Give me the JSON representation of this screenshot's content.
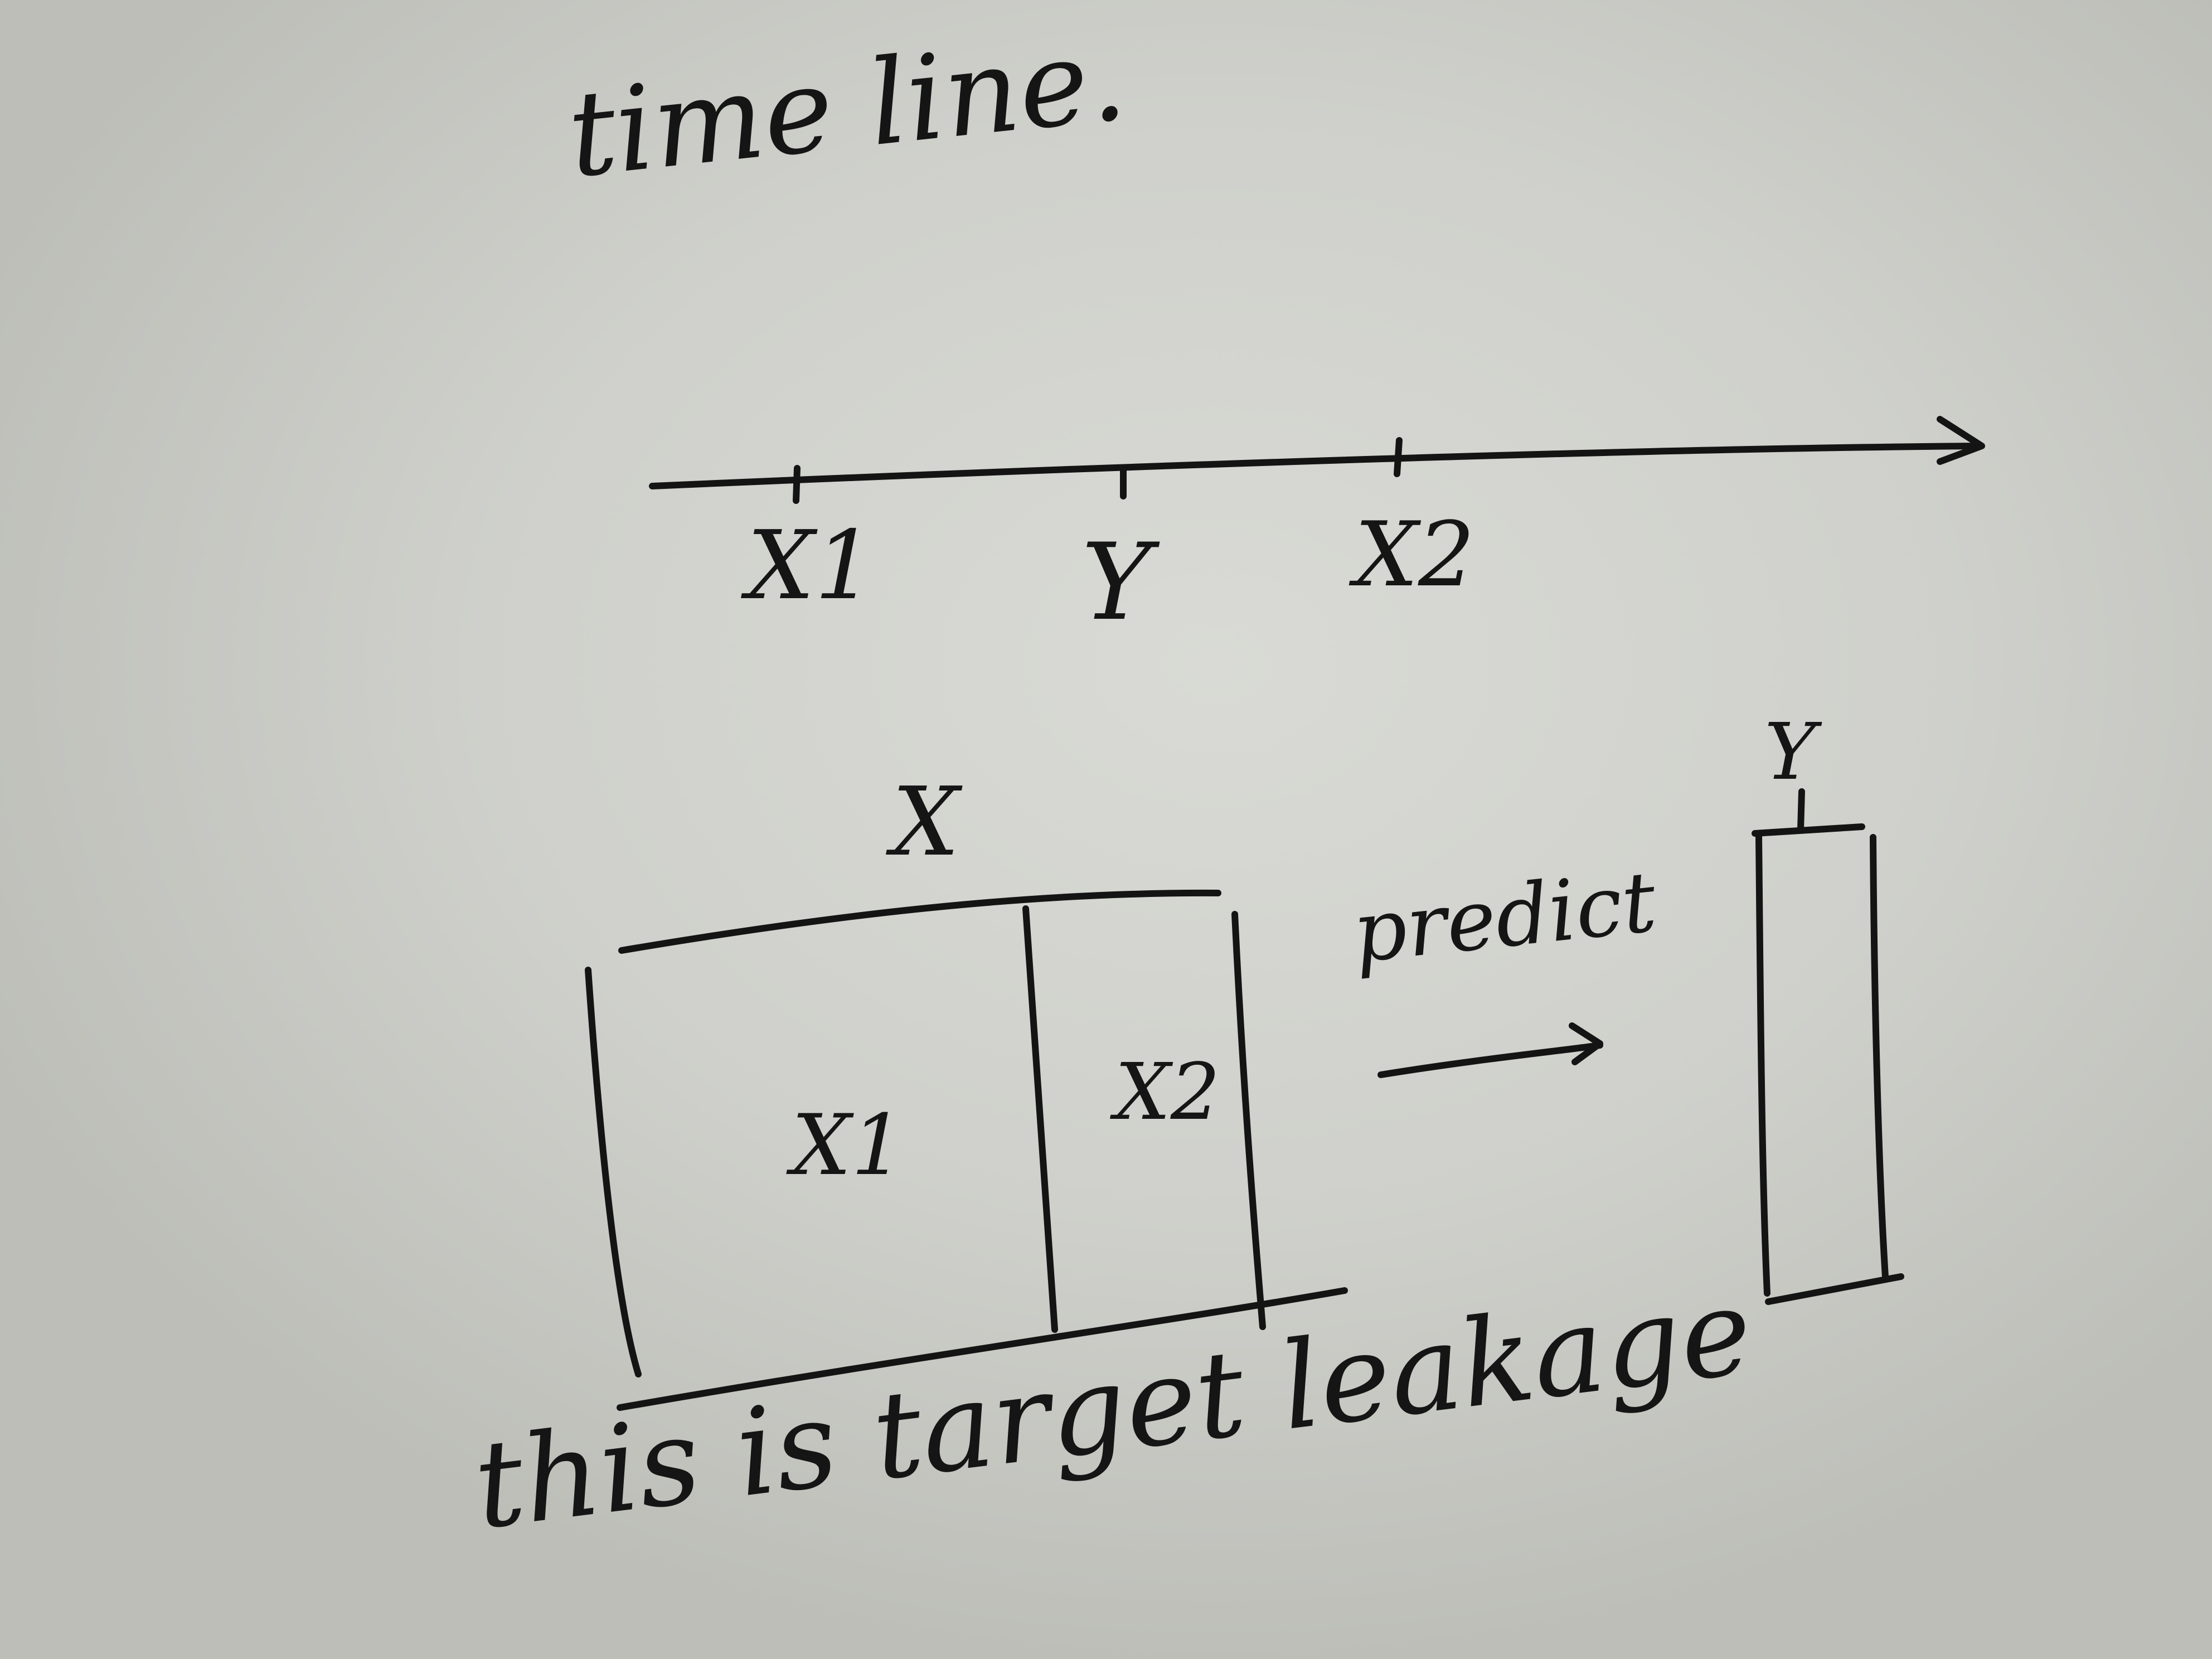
{
  "whiteboard": {
    "heading": "time line.",
    "timeline": {
      "ticks": [
        "X1",
        "Y",
        "X2"
      ]
    },
    "feature_matrix": {
      "label": "X",
      "columns": [
        "X1",
        "X2"
      ]
    },
    "arrow_label": "predict",
    "target_column": {
      "label": "Y"
    },
    "caption": "this is target leakage"
  }
}
